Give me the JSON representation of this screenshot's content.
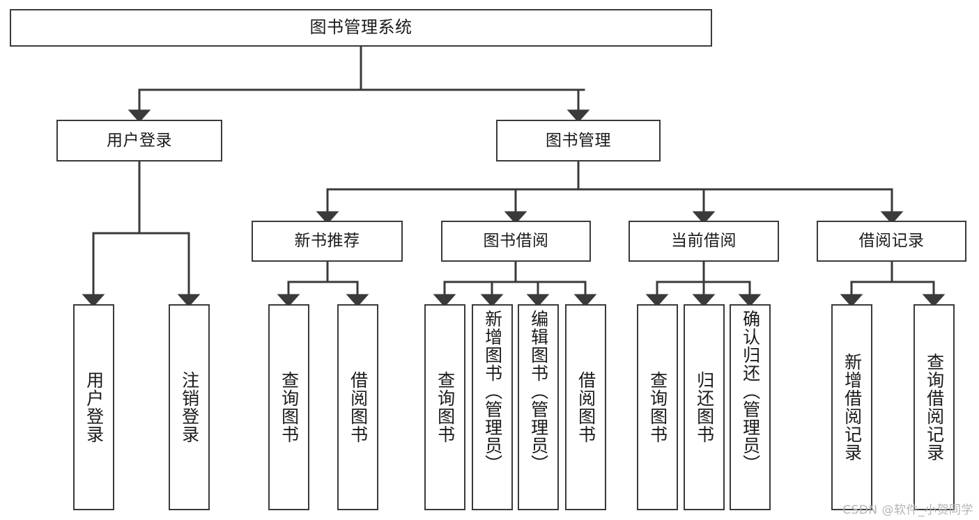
{
  "diagram": {
    "title": "图书管理系统",
    "type": "hierarchy-tree",
    "orientation": "top-down",
    "colors": {
      "background": "#ffffff",
      "node_fill": "#ffffff",
      "node_stroke": "#3a3a3a",
      "edge_stroke": "#3a3a3a",
      "text": "#1a1a1a",
      "watermark": "#b4b4b4"
    },
    "root": {
      "label": "图书管理系统"
    },
    "level1": [
      {
        "label": "用户登录"
      },
      {
        "label": "图书管理"
      }
    ],
    "level2": [
      {
        "label": "新书推荐"
      },
      {
        "label": "图书借阅"
      },
      {
        "label": "当前借阅"
      },
      {
        "label": "借阅记录"
      }
    ],
    "leaves": {
      "user_login": [
        {
          "label": "用户登录"
        },
        {
          "label": "注销登录"
        }
      ],
      "new_book_recommend": [
        {
          "label": "查询图书"
        },
        {
          "label": "借阅图书"
        }
      ],
      "book_borrow": [
        {
          "label": "查询图书"
        },
        {
          "label": "新增图书（管理员）"
        },
        {
          "label": "编辑图书（管理员）"
        },
        {
          "label": "借阅图书"
        }
      ],
      "current_borrow": [
        {
          "label": "查询图书"
        },
        {
          "label": "归还图书"
        },
        {
          "label": "确认归还（管理员）"
        }
      ],
      "borrow_record": [
        {
          "label": "新增借阅记录"
        },
        {
          "label": "查询借阅记录"
        }
      ]
    }
  },
  "watermark": {
    "text": "CSDN @软件_小贺同学"
  }
}
